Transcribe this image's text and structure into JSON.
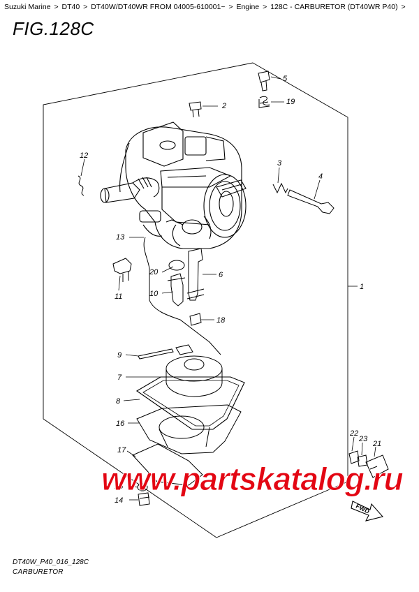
{
  "breadcrumb": [
    "Suzuki Marine",
    "DT40",
    "DT40W/DT40WR FROM 04005-610001~",
    "Engine",
    "128C - CARBURETOR (DT40WR P40)"
  ],
  "breadcrumb_sep": ">",
  "figure": {
    "title": "FIG.128C"
  },
  "callouts": [
    "5",
    "2",
    "19",
    "12",
    "3",
    "4",
    "13",
    "20",
    "6",
    "11",
    "10",
    "18",
    "1",
    "9",
    "7",
    "8",
    "16",
    "17",
    "22",
    "23",
    "21",
    "15",
    "14"
  ],
  "watermark": "www.partskatalog.ru",
  "fwd_label": "FWD",
  "footer": {
    "code": "DT40W_P40_016_128C",
    "name": "CARBURETOR"
  },
  "colors": {
    "line": "#000000",
    "watermark": "#e30613",
    "background": "#ffffff"
  }
}
